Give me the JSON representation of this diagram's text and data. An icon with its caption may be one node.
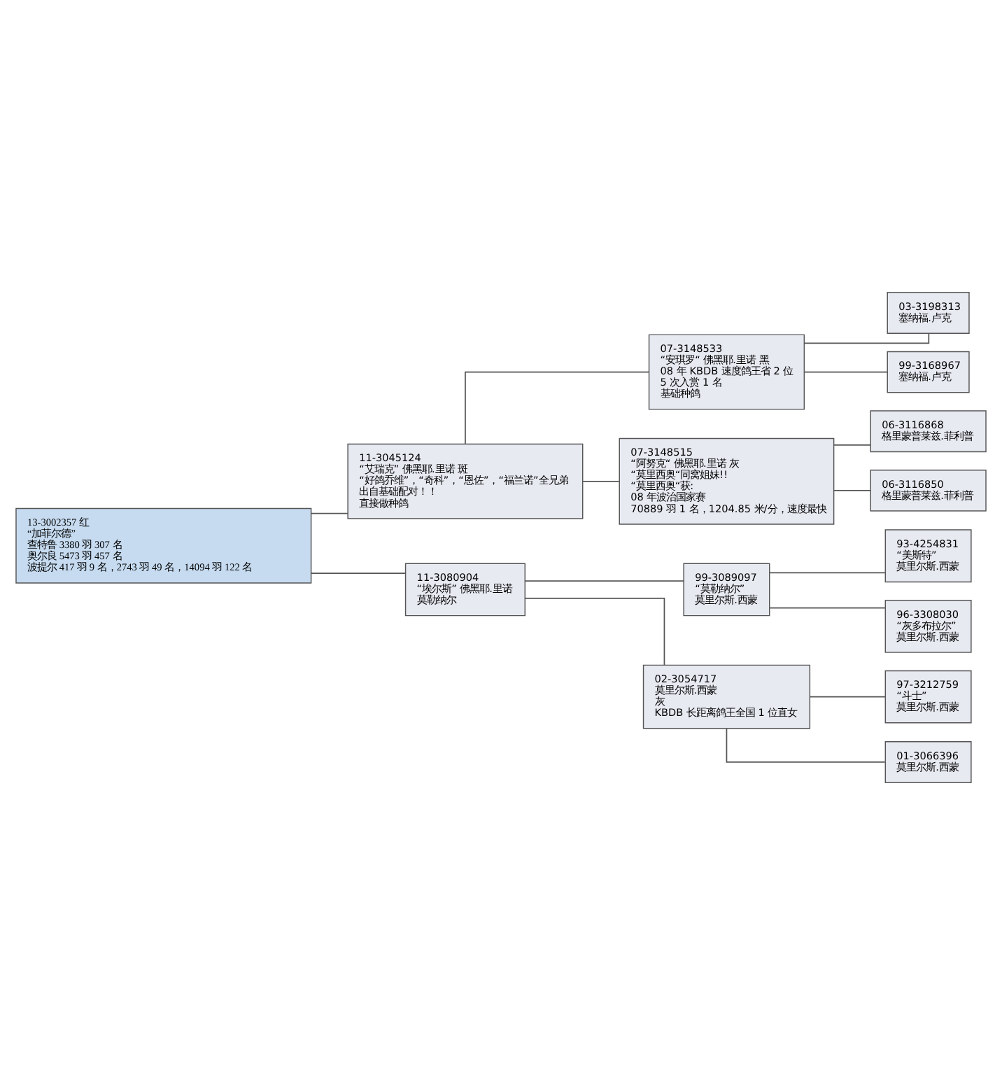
{
  "diagram": {
    "nodes": [
      {
        "text": [
          "13-3002357 红",
          "“加菲尔德”",
          "查特鲁 3380 羽 307 名",
          "奥尔良 5473 羽 457 名",
          "波提尔 417 羽 9 名，2743 羽 49 名，14094 羽 122 名"
        ]
      },
      {
        "text": [
          "11-3045124",
          "“艾瑞克” 佛黑耶.里诺 斑",
          "“好鸽乔维”，“奇科”，“恩佐”，“福兰诺”全兄弟",
          "出自基础配对！！",
          "直接做种鸽"
        ]
      },
      {
        "text": [
          "11-3080904",
          "“埃尔斯” 佛黑耶.里诺",
          "莫勒纳尔"
        ]
      },
      {
        "text": [
          "07-3148533",
          "“安琪罗“ 佛黑耶.里诺 黑",
          "08 年 KBDB 速度鸽王省 2 位",
          "5 次入赏 1 名",
          "基础种鸽"
        ]
      },
      {
        "text": [
          "07-3148515",
          "“阿努克“ 佛黑耶.里诺 灰",
          "“莫里西奥“同窝姐妹!!",
          "“莫里西奥“获:",
          "08 年波治国家赛",
          "70889 羽 1 名，1204.85 米/分，速度最快"
        ]
      },
      {
        "text": [
          "99-3089097",
          "“莫勒纳尔”",
          "莫里尔斯.西蒙"
        ]
      },
      {
        "text": [
          "02-3054717",
          "莫里尔斯.西蒙",
          "灰",
          "KBDB 长距离鸽王全国 1 位直女"
        ]
      },
      {
        "text": [
          "03-3198313",
          "塞纳福.卢克"
        ]
      },
      {
        "text": [
          "99-3168967",
          "塞纳福.卢克"
        ]
      },
      {
        "text": [
          "06-3116868",
          "格里蒙普莱兹.菲利普"
        ]
      },
      {
        "text": [
          "06-3116850",
          "格里蒙普莱兹.菲利普"
        ]
      },
      {
        "text": [
          "93-4254831",
          "“美斯特”",
          "莫里尔斯.西蒙"
        ]
      },
      {
        "text": [
          "96-3308030",
          "“灰多布拉尔”",
          "莫里尔斯.西蒙"
        ]
      },
      {
        "text": [
          "97-3212759",
          "“斗士”",
          "莫里尔斯.西蒙"
        ]
      },
      {
        "text": [
          "01-3066396",
          "莫里尔斯.西蒙"
        ]
      }
    ],
    "edges": [
      {
        "from": 0,
        "to": 1,
        "arrow": "none"
      },
      {
        "from": 0,
        "to": 2,
        "arrow": "none"
      },
      {
        "from": 1,
        "to": 3,
        "arrow": "none"
      },
      {
        "from": 1,
        "to": 4,
        "arrow": "none"
      },
      {
        "from": 2,
        "to": 5,
        "arrow": "none"
      },
      {
        "from": 2,
        "to": 6,
        "arrow": "none"
      },
      {
        "from": 3,
        "to": 7,
        "arrow": "none"
      },
      {
        "from": 3,
        "to": 8,
        "arrow": "none"
      },
      {
        "from": 4,
        "to": 9,
        "arrow": "none"
      },
      {
        "from": 4,
        "to": 10,
        "arrow": "none"
      },
      {
        "from": 5,
        "to": 11,
        "arrow": "none"
      },
      {
        "from": 5,
        "to": 12,
        "arrow": "none"
      },
      {
        "from": 6,
        "to": 13,
        "arrow": "none"
      },
      {
        "from": 6,
        "to": 14,
        "arrow": "none"
      }
    ]
  }
}
